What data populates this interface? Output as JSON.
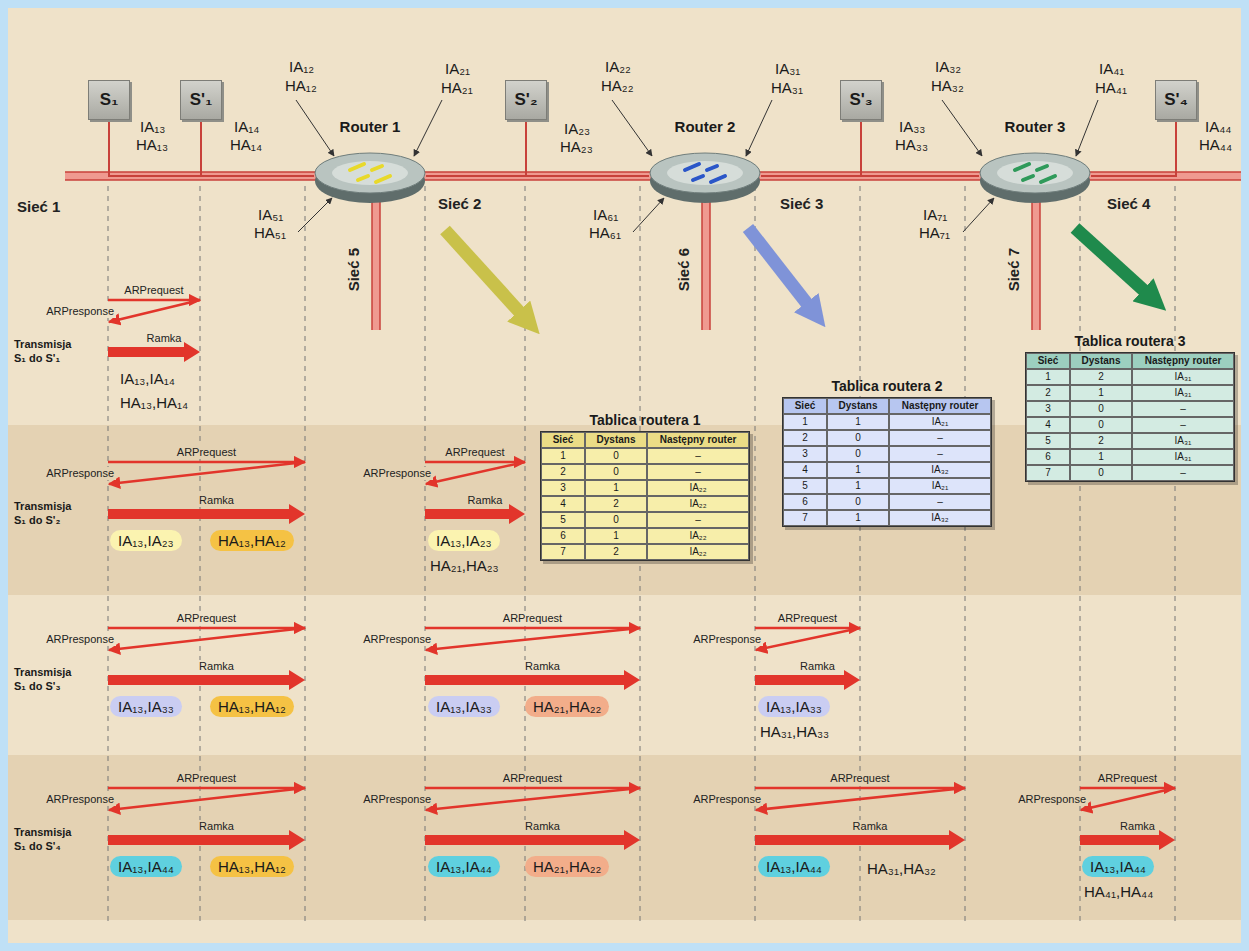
{
  "diagram": {
    "nodes": [
      {
        "text": [
          "S₁"
        ]
      },
      {
        "text": [
          "S'₁"
        ]
      },
      {
        "text": [
          "Router 1"
        ]
      },
      {
        "text": [
          "S'₂"
        ]
      },
      {
        "text": [
          "Router 2"
        ]
      },
      {
        "text": [
          "S'₃"
        ]
      },
      {
        "text": [
          "Router 3"
        ]
      },
      {
        "text": [
          "S'₄"
        ]
      },
      {
        "text": [
          "Tablica routera 1",
          "Sieć",
          "Dystans",
          "Następny router",
          "1",
          "0",
          "–",
          "2",
          "0",
          "–",
          "3",
          "1",
          "IA₂₂",
          "4",
          "2",
          "IA₂₂",
          "5",
          "0",
          "–",
          "6",
          "1",
          "IA₂₂",
          "7",
          "2",
          "IA₂₂"
        ]
      },
      {
        "text": [
          "Tablica routera 2",
          "Sieć",
          "Dystans",
          "Następny router",
          "1",
          "1",
          "IA₂₁",
          "2",
          "0",
          "–",
          "3",
          "0",
          "–",
          "4",
          "1",
          "IA₃₂",
          "5",
          "1",
          "IA₂₁",
          "6",
          "0",
          "–",
          "7",
          "1",
          "IA₃₂"
        ]
      },
      {
        "text": [
          "Tablica routera 3",
          "Sieć",
          "Dystans",
          "Następny router",
          "1",
          "2",
          "IA₃₁",
          "2",
          "1",
          "IA₃₁",
          "3",
          "0",
          "–",
          "4",
          "0",
          "–",
          "5",
          "2",
          "IA₃₁",
          "6",
          "1",
          "IA₃₁",
          "7",
          "0",
          "–"
        ]
      },
      {
        "text": [
          "IA₁₃,IA₂₃"
        ]
      },
      {
        "text": [
          "HA₁₃,HA₁₂"
        ]
      },
      {
        "text": [
          "IA₁₃,IA₂₃"
        ]
      },
      {
        "text": [
          "IA₁₃,IA₃₃"
        ]
      },
      {
        "text": [
          "HA₁₃,HA₁₂"
        ]
      },
      {
        "text": [
          "IA₁₃,IA₃₃"
        ]
      },
      {
        "text": [
          "HA₂₁,HA₂₂"
        ]
      },
      {
        "text": [
          "IA₁₃,IA₃₃"
        ]
      },
      {
        "text": [
          "IA₁₃,IA₄₄"
        ]
      },
      {
        "text": [
          "HA₁₃,HA₁₂"
        ]
      },
      {
        "text": [
          "IA₁₃,IA₄₄"
        ]
      },
      {
        "text": [
          "HA₂₁,HA₂₂"
        ]
      },
      {
        "text": [
          "IA₁₃,IA₄₄"
        ]
      },
      {
        "text": [
          "IA₁₃,IA₄₄"
        ]
      }
    ],
    "edges": [
      {
        "from": 0,
        "to": 2,
        "arrow": "none"
      },
      {
        "from": 1,
        "to": 2,
        "arrow": "none"
      },
      {
        "from": 2,
        "to": 3,
        "arrow": "none"
      },
      {
        "from": 3,
        "to": 4,
        "arrow": "none"
      },
      {
        "from": 4,
        "to": 5,
        "arrow": "none"
      },
      {
        "from": 5,
        "to": 6,
        "arrow": "none"
      },
      {
        "from": 6,
        "to": 7,
        "arrow": "none"
      }
    ],
    "labels": [
      "Sieć 1",
      "Sieć 2",
      "Sieć 3",
      "Sieć 4",
      "Sieć 5",
      "Sieć 6",
      "Sieć 7",
      "IA₁₃",
      "HA₁₃",
      "IA₁₄",
      "HA₁₄",
      "IA₁₂",
      "HA₁₂",
      "IA₂₁",
      "HA₂₁",
      "IA₂₃",
      "HA₂₃",
      "IA₂₂",
      "HA₂₂",
      "IA₃₁",
      "HA₃₁",
      "IA₃₃",
      "HA₃₃",
      "IA₃₂",
      "HA₃₂",
      "IA₄₁",
      "HA₄₁",
      "IA₄₄",
      "HA₄₄",
      "IA₅₁",
      "HA₅₁",
      "IA₆₁",
      "HA₆₁",
      "IA₇₁",
      "HA₇₁",
      "Transmisja S₁ do S'₁",
      "Transmisja S₁ do S'₂",
      "Transmisja S₁ do S'₃",
      "Transmisja S₁ do S'₄",
      "ARPrequest",
      "ARPresponse",
      "Ramka",
      "ARPrequest",
      "ARPresponse",
      "Ramka",
      "ARPrequest",
      "ARPresponse",
      "Ramka",
      "ARPrequest",
      "ARPresponse",
      "Ramka",
      "ARPrequest",
      "ARPresponse",
      "Ramka",
      "ARPrequest",
      "ARPresponse",
      "Ramka",
      "ARPrequest",
      "ARPresponse",
      "Ramka",
      "ARPrequest",
      "ARPresponse",
      "Ramka",
      "ARPrequest",
      "ARPresponse",
      "Ramka",
      "ARPrequest",
      "ARPresponse",
      "Ramka",
      "IA₁₃,IA₁₄",
      "HA₁₃,HA₁₄",
      "HA₂₁,HA₂₃",
      "HA₃₁,HA₃₃",
      "HA₃₁,HA₃₂",
      "HA₄₁,HA₄₄"
    ]
  }
}
